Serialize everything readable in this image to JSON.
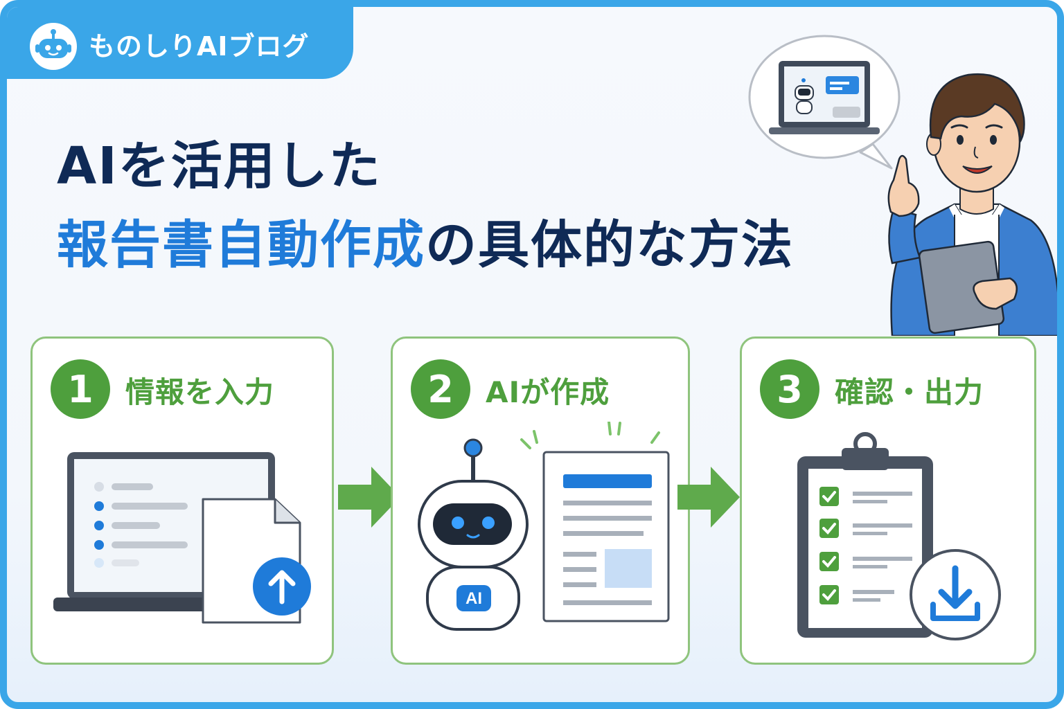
{
  "brand": {
    "name": "ものしりAIブログ",
    "icon": "robot-icon"
  },
  "title": {
    "line1": "AIを活用した",
    "line2_highlight": "報告書自動作成",
    "line2_rest": "の具体的な方法"
  },
  "steps": [
    {
      "number": "1",
      "label": "情報を入力",
      "icon": "laptop-upload-icon"
    },
    {
      "number": "2",
      "label": "AIが作成",
      "icon": "ai-robot-document-icon",
      "robot_badge": "AI"
    },
    {
      "number": "3",
      "label": "確認・出力",
      "icon": "clipboard-download-icon"
    }
  ],
  "colors": {
    "accent_blue": "#3aa6e8",
    "title_navy": "#0f2a56",
    "highlight_blue": "#1f7bd9",
    "step_green": "#4e9f3d",
    "card_border": "#8fc47d"
  }
}
